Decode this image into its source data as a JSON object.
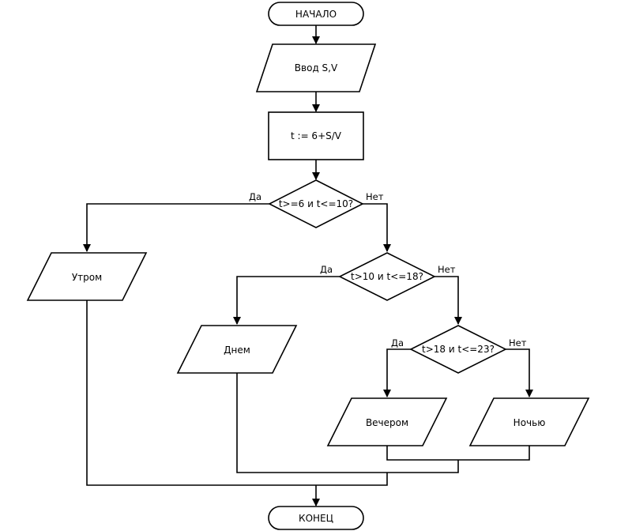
{
  "flowchart": {
    "start": "НАЧАЛО",
    "input": "Ввод S,V",
    "process": "t := 6+S/V",
    "decision1": "t>=6 и t<=10?",
    "decision2": "t>10 и t<=18?",
    "decision3": "t>18 и t<=23?",
    "out_morning": "Утром",
    "out_day": "Днем",
    "out_evening": "Вечером",
    "out_night": "Ночью",
    "end": "КОНЕЦ",
    "yes": "Да",
    "no": "Нет"
  }
}
